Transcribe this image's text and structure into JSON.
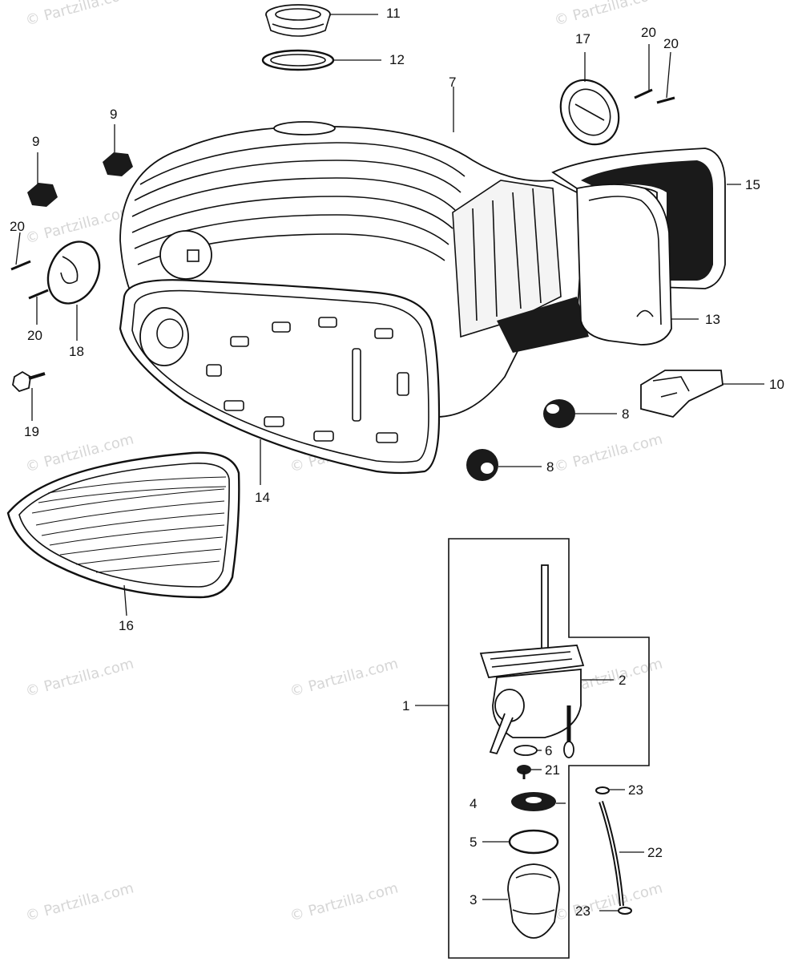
{
  "watermark": "© Partzilla.com",
  "callouts": {
    "c1": "1",
    "c2": "2",
    "c3": "3",
    "c4": "4",
    "c5": "5",
    "c6": "6",
    "c7": "7",
    "c8a": "8",
    "c8b": "8",
    "c9a": "9",
    "c9b": "9",
    "c10": "10",
    "c11": "11",
    "c12": "12",
    "c13": "13",
    "c14": "14",
    "c15": "15",
    "c16": "16",
    "c17": "17",
    "c18": "18",
    "c19": "19",
    "c20a": "20",
    "c20b": "20",
    "c20c": "20",
    "c20d": "20",
    "c21": "21",
    "c22": "22",
    "c23a": "23",
    "c23b": "23"
  }
}
